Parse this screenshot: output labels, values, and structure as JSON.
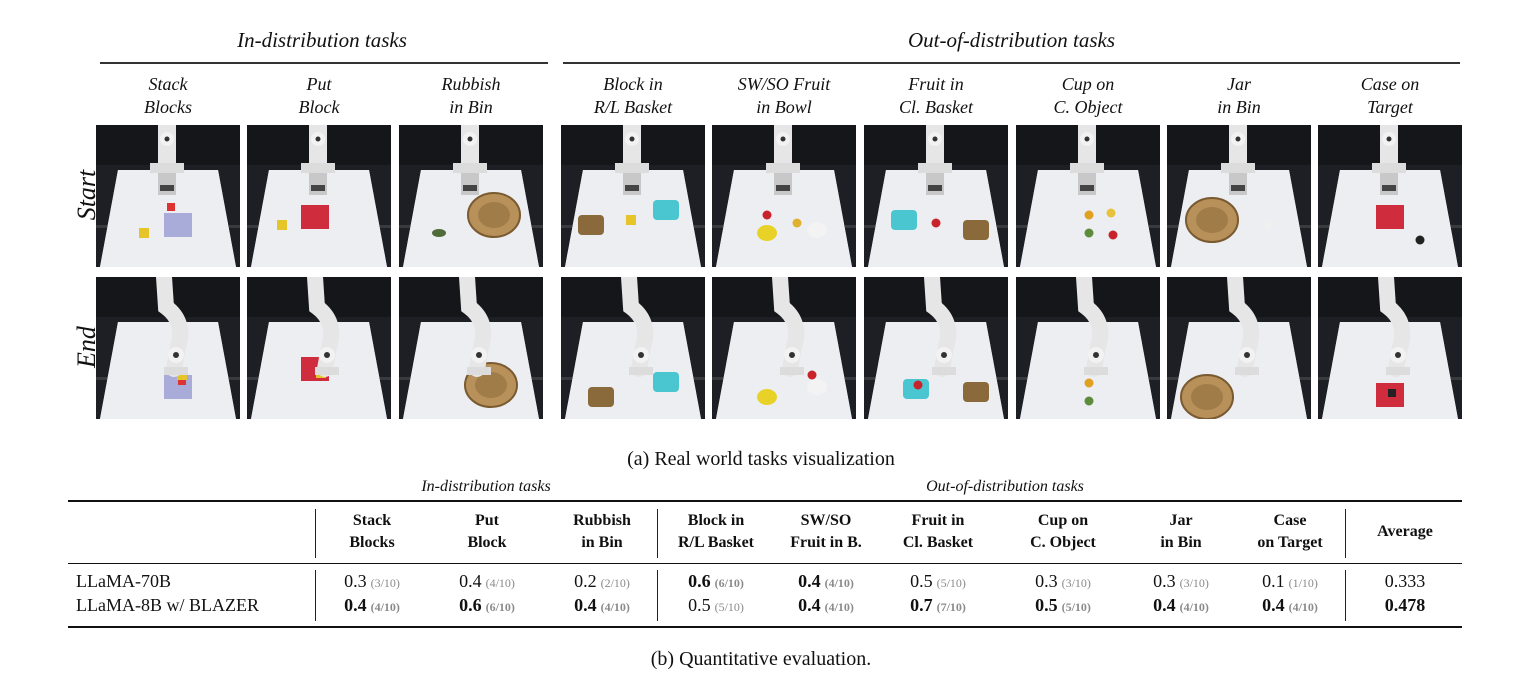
{
  "figure_a": {
    "groups": [
      {
        "label": "In-distribution tasks"
      },
      {
        "label": "Out-of-distribution tasks"
      }
    ],
    "tasks": [
      {
        "line1": "Stack",
        "line2": "Blocks",
        "group": "in"
      },
      {
        "line1": "Put",
        "line2": "Block",
        "group": "in"
      },
      {
        "line1": "Rubbish",
        "line2": "in Bin",
        "group": "in"
      },
      {
        "line1": "Block in",
        "line2": "R/L Basket",
        "group": "out"
      },
      {
        "line1": "SW/SO Fruit",
        "line2": "in Bowl",
        "group": "out"
      },
      {
        "line1": "Fruit in",
        "line2": "Cl. Basket",
        "group": "out"
      },
      {
        "line1": "Cup on",
        "line2": "C. Object",
        "group": "out"
      },
      {
        "line1": "Jar",
        "line2": "in Bin",
        "group": "out"
      },
      {
        "line1": "Case on",
        "line2": "Target",
        "group": "out"
      }
    ],
    "rows": [
      {
        "label": "Start"
      },
      {
        "label": "End"
      }
    ],
    "caption": "(a) Real world tasks visualization"
  },
  "table": {
    "groups": [
      {
        "label": "In-distribution tasks"
      },
      {
        "label": "Out-of-distribution tasks"
      }
    ],
    "headers": [
      {
        "line1": "Stack",
        "line2": "Blocks"
      },
      {
        "line1": "Put",
        "line2": "Block"
      },
      {
        "line1": "Rubbish",
        "line2": "in Bin"
      },
      {
        "line1": "Block in",
        "line2": "R/L Basket"
      },
      {
        "line1": "SW/SO",
        "line2": "Fruit in B."
      },
      {
        "line1": "Fruit in",
        "line2": "Cl. Basket"
      },
      {
        "line1": "Cup on",
        "line2": "C. Object"
      },
      {
        "line1": "Jar",
        "line2": "in Bin"
      },
      {
        "line1": "Case",
        "line2": "on Target"
      }
    ],
    "average_header": "Average",
    "rows": [
      {
        "model": "LLaMA-70B",
        "cells": [
          {
            "value": "0.3",
            "frac": "(3/10)",
            "best": false
          },
          {
            "value": "0.4",
            "frac": "(4/10)",
            "best": false
          },
          {
            "value": "0.2",
            "frac": "(2/10)",
            "best": false
          },
          {
            "value": "0.6",
            "frac": "(6/10)",
            "best": true
          },
          {
            "value": "0.4",
            "frac": "(4/10)",
            "best": true
          },
          {
            "value": "0.5",
            "frac": "(5/10)",
            "best": false
          },
          {
            "value": "0.3",
            "frac": "(3/10)",
            "best": false
          },
          {
            "value": "0.3",
            "frac": "(3/10)",
            "best": false
          },
          {
            "value": "0.1",
            "frac": "(1/10)",
            "best": false
          }
        ],
        "average": "0.333",
        "average_best": false
      },
      {
        "model": "LLaMA-8B w/ BLAZER",
        "cells": [
          {
            "value": "0.4",
            "frac": "(4/10)",
            "best": true
          },
          {
            "value": "0.6",
            "frac": "(6/10)",
            "best": true
          },
          {
            "value": "0.4",
            "frac": "(4/10)",
            "best": true
          },
          {
            "value": "0.5",
            "frac": "(5/10)",
            "best": false
          },
          {
            "value": "0.4",
            "frac": "(4/10)",
            "best": true
          },
          {
            "value": "0.7",
            "frac": "(7/10)",
            "best": true
          },
          {
            "value": "0.5",
            "frac": "(5/10)",
            "best": true
          },
          {
            "value": "0.4",
            "frac": "(4/10)",
            "best": true
          },
          {
            "value": "0.4",
            "frac": "(4/10)",
            "best": true
          }
        ],
        "average": "0.478",
        "average_best": true
      }
    ],
    "caption": "(b) Quantitative evaluation."
  },
  "colors": {
    "backdrop": "#1d1f24",
    "table_surface": "#eceef2",
    "robot": "#e6e6e6",
    "fraction_text": "#8a8a8a"
  }
}
